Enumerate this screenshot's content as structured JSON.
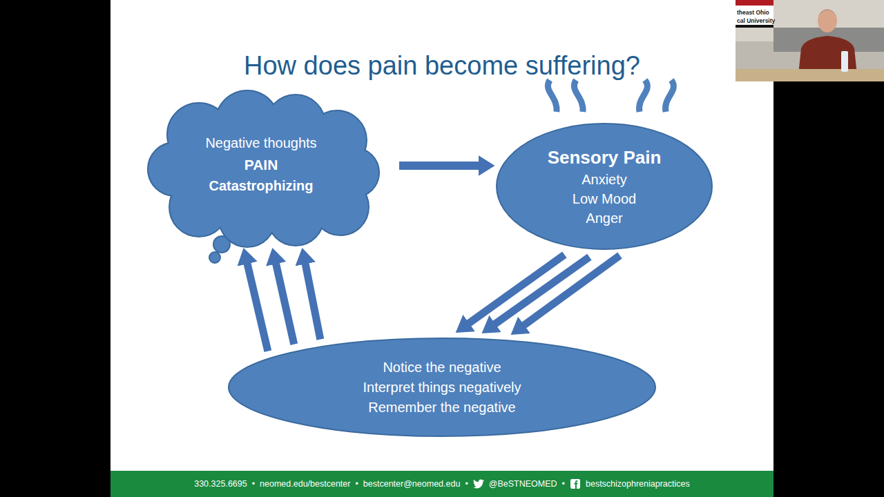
{
  "diagram": {
    "title": "How does pain become suffering?",
    "nodes": [
      {
        "text": [
          "Negative thoughts",
          "PAIN",
          "Catastrophizing"
        ]
      },
      {
        "text": [
          "Sensory Pain",
          "Anxiety",
          "Low Mood",
          "Anger"
        ]
      },
      {
        "text": [
          "Notice the negative",
          "Interpret things negatively",
          "Remember the negative"
        ]
      }
    ],
    "edges": [
      {
        "from": 0,
        "to": 1,
        "arrow": "to"
      },
      {
        "from": 1,
        "to": 2,
        "arrow": "to"
      },
      {
        "from": 1,
        "to": 2,
        "arrow": "to"
      },
      {
        "from": 1,
        "to": 2,
        "arrow": "to"
      },
      {
        "from": 2,
        "to": 0,
        "arrow": "to"
      },
      {
        "from": 2,
        "to": 0,
        "arrow": "to"
      },
      {
        "from": 2,
        "to": 0,
        "arrow": "to"
      }
    ],
    "labels": [
      "theast Ohio",
      "cal University",
      "330.325.6695",
      "•",
      "neomed.edu/bestcenter",
      "•",
      "bestcenter@neomed.edu",
      "•",
      "@BeSTNEOMED",
      "•",
      "bestschizophreniapractices"
    ]
  }
}
